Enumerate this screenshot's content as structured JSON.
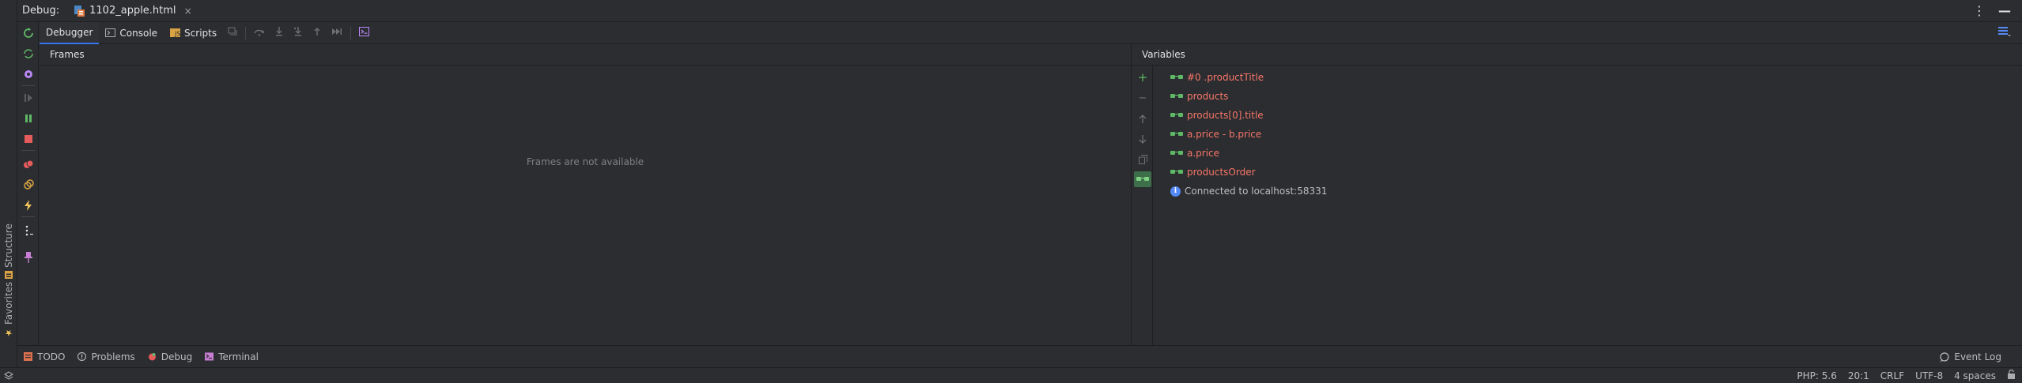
{
  "header": {
    "debug_label": "Debug:",
    "file_tab": "1102_apple.html",
    "close_glyph": "×",
    "more_glyph": "⋮",
    "minimize_glyph": "—"
  },
  "tabs": [
    {
      "label": "Debugger",
      "active": true
    },
    {
      "label": "Console",
      "icon": "console-icon"
    },
    {
      "label": "Scripts",
      "icon": "scripts-icon"
    }
  ],
  "frames": {
    "title": "Frames",
    "empty_message": "Frames are not available"
  },
  "variables": {
    "title": "Variables",
    "watches": [
      "#0 .productTitle",
      "products",
      "products[0].title",
      "a.price - b.price",
      "a.price",
      "productsOrder"
    ],
    "info": "Connected to localhost:58331"
  },
  "left_strip": {
    "structure": "Structure",
    "favorites": "Favorites"
  },
  "bottom_tabs": [
    {
      "label": "TODO",
      "icon": "todo-icon"
    },
    {
      "label": "Problems",
      "icon": "problems-icon"
    },
    {
      "label": "Debug",
      "icon": "debug-icon"
    },
    {
      "label": "Terminal",
      "icon": "terminal-icon"
    }
  ],
  "event_log": "Event Log",
  "status": {
    "php": "PHP: 5.6",
    "position": "20:1",
    "line_sep": "CRLF",
    "encoding": "UTF-8",
    "indent": "4 spaces"
  },
  "colors": {
    "accent": "#3574f0",
    "watch_name": "#f77669",
    "glasses": "#5fb865",
    "stop": "#e55b5b",
    "resume": "#5fb865"
  }
}
